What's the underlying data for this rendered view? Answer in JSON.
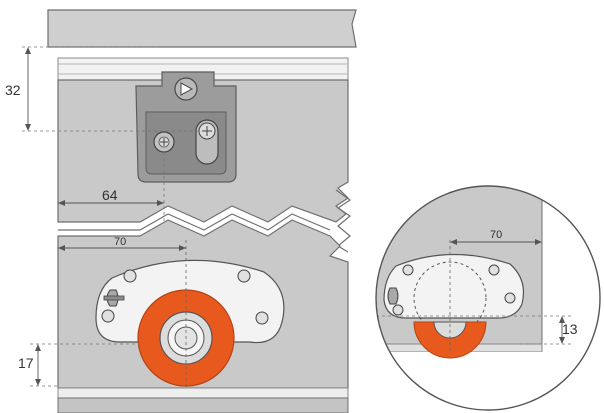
{
  "dimensions": {
    "top_height": "32",
    "top_width": "64",
    "bottom_width": "70",
    "bottom_height": "17",
    "detail_width": "70",
    "detail_height": "13"
  },
  "colors": {
    "panel": "#c9c9c9",
    "panel_edge": "#6f6f6f",
    "bracket": "#9c9c9c",
    "roller": "#e8591e",
    "plate": "#f3f3f3",
    "dim_line": "#555555"
  }
}
